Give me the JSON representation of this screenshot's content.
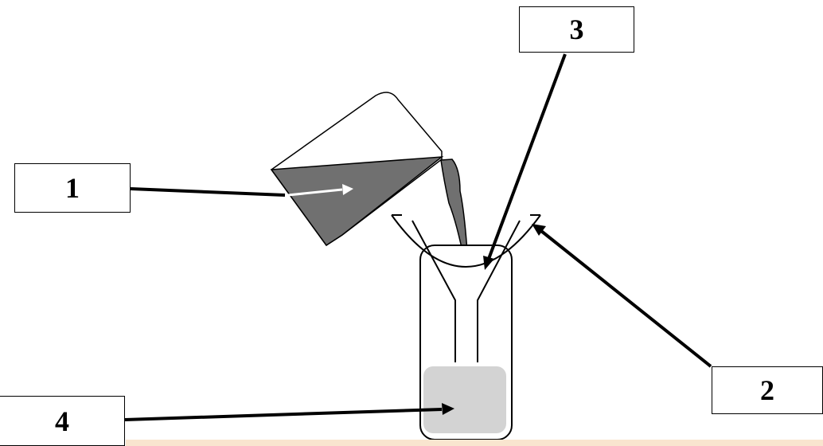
{
  "labels": {
    "one": "1",
    "two": "2",
    "three": "3",
    "four": "4"
  },
  "colors": {
    "liquid_dark": "#707070",
    "filtrate": "#d3d3d3",
    "line": "#000000",
    "pointer_white": "#ffffff",
    "bottom_strip": "#f9e5cf"
  }
}
